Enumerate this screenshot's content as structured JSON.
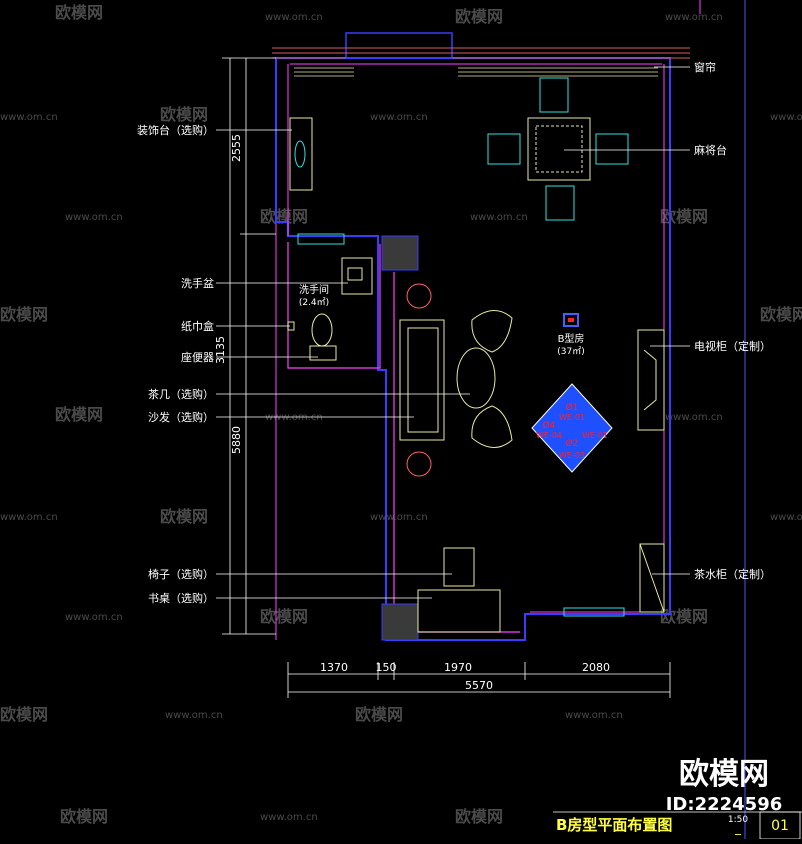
{
  "colors": {
    "background": "#000000",
    "wall": "#3b3bff",
    "wall_inner": "#ff40ff",
    "furniture": "#e8e8a0",
    "leader": "#ffffff",
    "dimension": "#ffffff",
    "label": "#ffffff",
    "red_marker": "#ff2020",
    "title_text": "#ffff40",
    "watermark": "#4a4a4a",
    "column_fill": "#3a3a3a",
    "cyan": "#30e0e0"
  },
  "watermark": {
    "logo_text": "欧模网",
    "url_text": "www.om.cn",
    "big_logo": "欧模网",
    "id_text": "ID:2224596"
  },
  "left_labels": [
    {
      "id": "decor-table",
      "text": "装饰台（选购）"
    },
    {
      "id": "washbasin",
      "text": "洗手盆"
    },
    {
      "id": "tissue-box",
      "text": "纸巾盒"
    },
    {
      "id": "toilet",
      "text": "座便器"
    },
    {
      "id": "coffee-table",
      "text": "茶几（选购）"
    },
    {
      "id": "sofa",
      "text": "沙发（选购）"
    },
    {
      "id": "chair",
      "text": "椅子（选购）"
    },
    {
      "id": "desk",
      "text": "书桌（选购）"
    }
  ],
  "right_labels": [
    {
      "id": "curtain",
      "text": "窗帘"
    },
    {
      "id": "mahjong-table",
      "text": "麻将台"
    },
    {
      "id": "tv-cabinet",
      "text": "电视柜（定制）"
    },
    {
      "id": "tea-cabinet",
      "text": "茶水柜（定制）"
    }
  ],
  "room_labels": {
    "washroom": "洗手间",
    "washroom_area": "(2.4㎡)",
    "room_type": "B型房",
    "room_area": "(37㎡)"
  },
  "dimensions": {
    "vertical": [
      "2555",
      "3135",
      "5880"
    ],
    "horizontal": [
      "1370",
      "150",
      "1970",
      "2080"
    ],
    "total": "5570"
  },
  "floor_marker": [
    "Ø1",
    "WE-01",
    "Ø4",
    "WE-04",
    "WE-01",
    "Ø2",
    "WE-03"
  ],
  "title_block": {
    "title": "B房型平面布置图",
    "scale": "1:50",
    "sheet_dash": "_",
    "sheet_no": "01"
  }
}
